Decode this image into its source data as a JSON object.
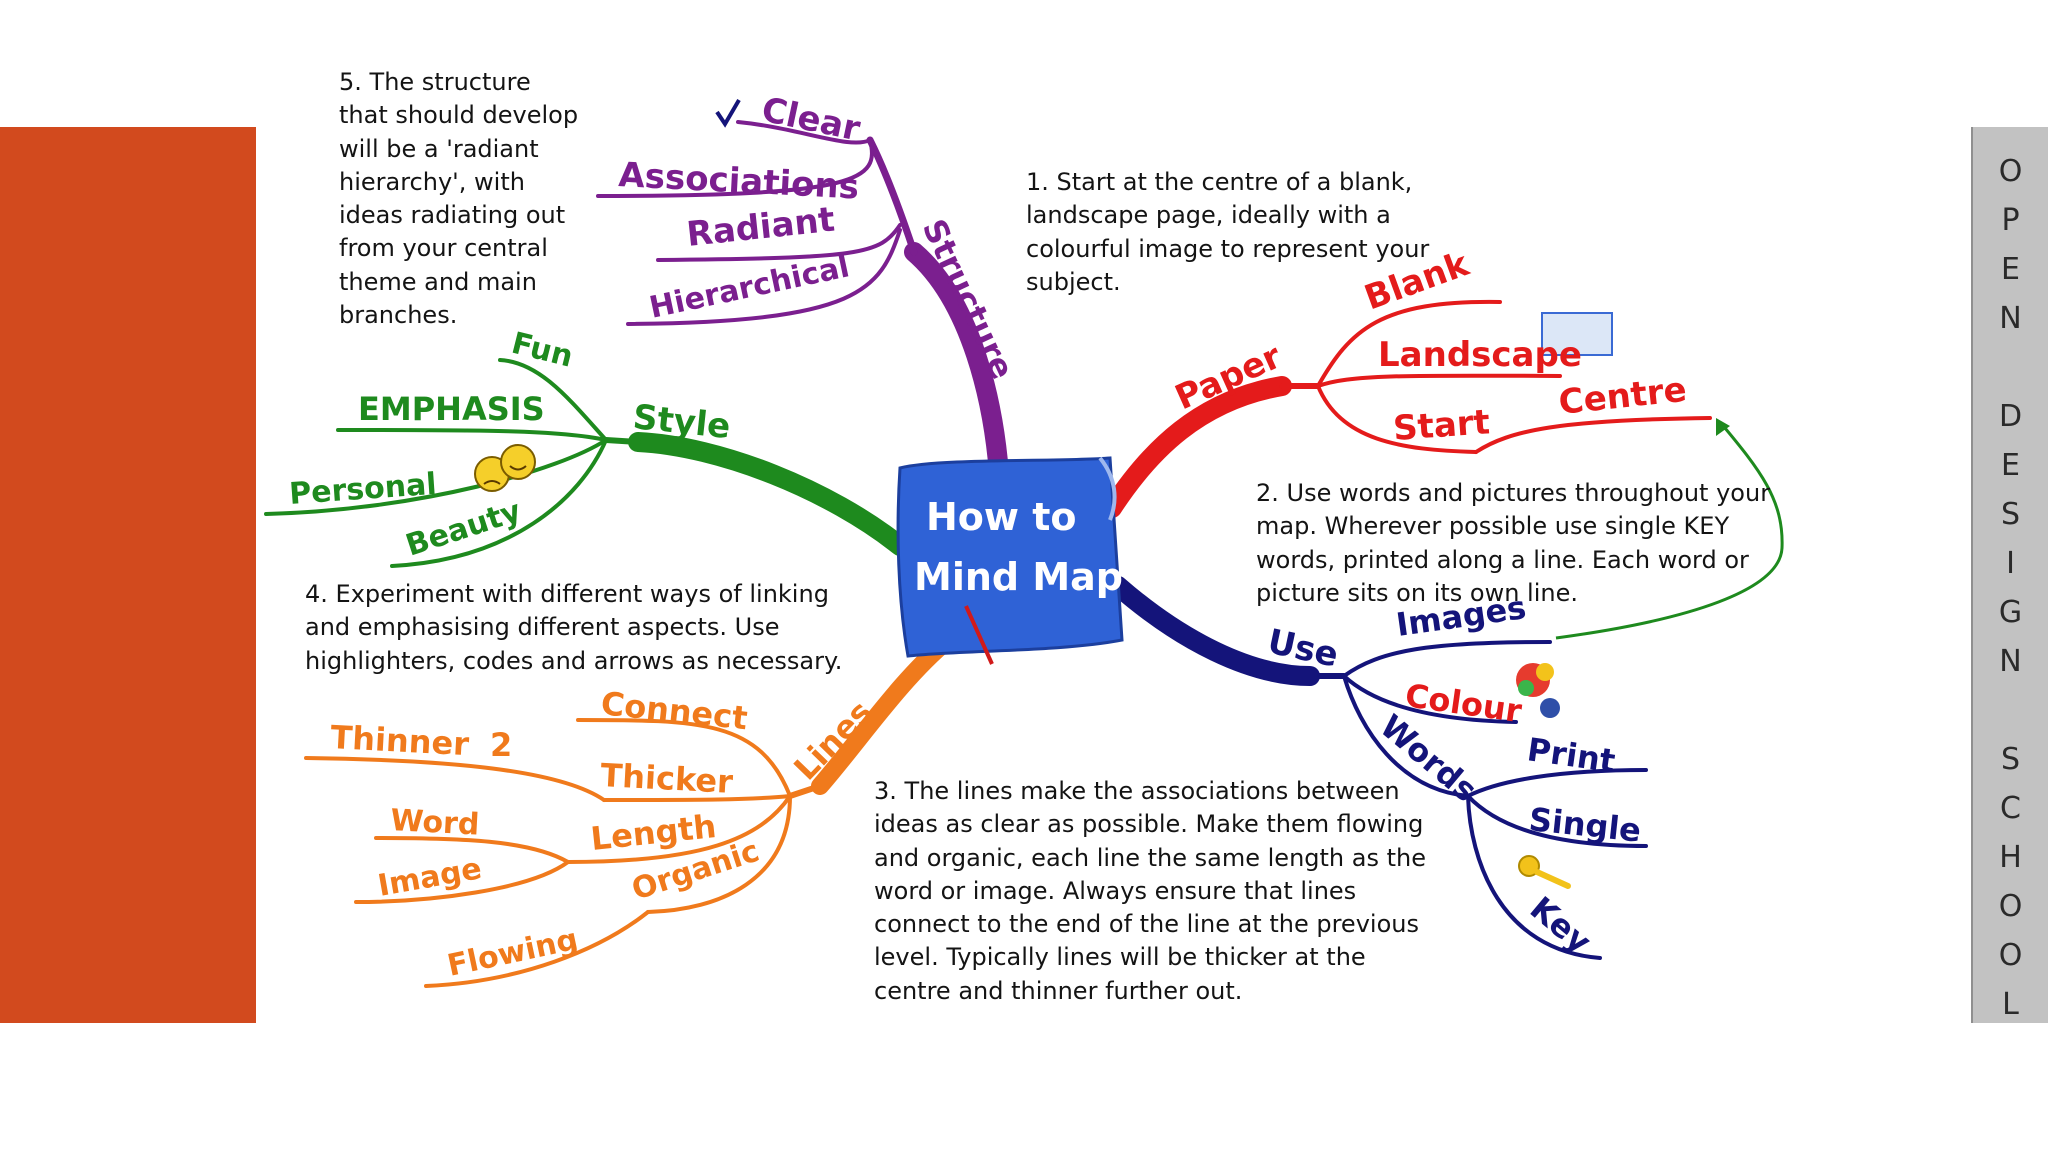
{
  "colors": {
    "accent_bar": "#d24a1e",
    "side_panel": "#c2c2c2",
    "structure": "#7b1f8f",
    "paper": "#e41b1b",
    "use": "#14147a",
    "lines": "#f07a1c",
    "style": "#1e8a1e",
    "centre": "#2f62d6",
    "arrow": "#1e8a1e"
  },
  "side_panel": {
    "letters": [
      "O",
      "P",
      "E",
      "N",
      "",
      "D",
      "E",
      "S",
      "I",
      "G",
      "N",
      "",
      "S",
      "C",
      "H",
      "O",
      "O",
      "L"
    ]
  },
  "notes": {
    "n1": "1. Start at the centre of a blank,\nlandscape page, ideally with a\ncolourful image to represent your\nsubject.",
    "n2": "2. Use words and pictures throughout your\nmap. Wherever possible use single KEY\nwords, printed along a line. Each word or\npicture sits on its own line.",
    "n3": "3. The lines make the associations between\nideas as clear as possible. Make them flowing\nand organic, each line the same length as the\nword or image. Always ensure that lines\nconnect to the end of the line at the previous\nlevel. Typically lines will be thicker at the\ncentre and thinner further out.",
    "n4": "4. Experiment with different ways of linking\nand emphasising different aspects. Use\nhighlighters, codes and arrows as necessary.",
    "n5": "5. The structure\nthat should develop\nwill be a 'radiant\nhierarchy', with\nideas radiating out\nfrom your central\ntheme and main\nbranches."
  },
  "mindmap": {
    "centre": {
      "line1": "How to",
      "line2": "Mind Map"
    },
    "structure": {
      "label": "Structure",
      "items": [
        "Clear",
        "Associations",
        "Radiant",
        "Hierarchical"
      ]
    },
    "paper": {
      "label": "Paper",
      "items": [
        "Blank",
        "Landscape",
        "Start",
        "Centre"
      ]
    },
    "use": {
      "label": "Use",
      "items": [
        "Images",
        "Colour",
        "Words"
      ],
      "words_items": [
        "Print",
        "Single",
        "Key"
      ]
    },
    "lines": {
      "label": "Lines",
      "items": [
        "Connect",
        "Thicker",
        "Thinner",
        "2",
        "Length",
        "Word",
        "Image",
        "Organic",
        "Flowing"
      ]
    },
    "style": {
      "label": "Style",
      "items": [
        "Fun",
        "EMPHASIS",
        "Personal",
        "Beauty"
      ]
    }
  }
}
